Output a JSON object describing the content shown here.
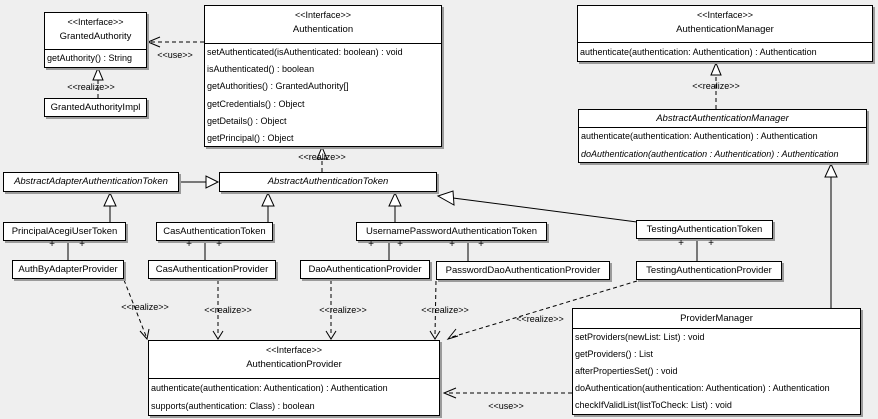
{
  "diagram": {
    "background_color": "#efefef",
    "box_fill_color": "#ffffff",
    "line_color": "#000000",
    "shadow_color": "#9b9b9b"
  },
  "edge_labels": {
    "use": "<<use>>",
    "realize": "<<realize>>",
    "plus": "+"
  },
  "classes": {
    "granted_authority": {
      "stereotype": "<<Interface>>",
      "name": "GrantedAuthority",
      "methods": [
        "getAuthority() : String"
      ]
    },
    "granted_authority_impl": {
      "name": "GrantedAuthorityImpl"
    },
    "authentication": {
      "stereotype": "<<Interface>>",
      "name": "Authentication",
      "methods": [
        "setAuthenticated(isAuthenticated: boolean) : void",
        "isAuthenticated() : boolean",
        "getAuthorities() : GrantedAuthority[]",
        "getCredentials() : Object",
        "getDetails() : Object",
        "getPrincipal() : Object"
      ]
    },
    "authentication_manager": {
      "stereotype": "<<Interface>>",
      "name": "AuthenticationManager",
      "methods": [
        "authenticate(authentication: Authentication) : Authentication"
      ]
    },
    "abstract_authentication_manager": {
      "name": "AbstractAuthenticationManager",
      "methods": [
        "authenticate(authentication: Authentication) : Authentication",
        "doAuthentication(authentication : Authentication) : Authentication"
      ]
    },
    "abstract_adapter_authentication_token": {
      "name": "AbstractAdapterAuthenticationToken"
    },
    "abstract_authentication_token": {
      "name": "AbstractAuthenticationToken"
    },
    "principal_acegi_user_token": {
      "name": "PrincipalAcegiUserToken"
    },
    "cas_authentication_token": {
      "name": "CasAuthenticationToken"
    },
    "username_password_authentication_token": {
      "name": "UsernamePasswordAuthenticationToken"
    },
    "testing_authentication_token": {
      "name": "TestingAuthenticationToken"
    },
    "auth_by_adapter_provider": {
      "name": "AuthByAdapterProvider"
    },
    "cas_authentication_provider": {
      "name": "CasAuthenticationProvider"
    },
    "dao_authentication_provider": {
      "name": "DaoAuthenticationProvider"
    },
    "password_dao_authentication_provider": {
      "name": "PasswordDaoAuthenticationProvider"
    },
    "testing_authentication_provider": {
      "name": "TestingAuthenticationProvider"
    },
    "authentication_provider": {
      "stereotype": "<<Interface>>",
      "name": "AuthenticationProvider",
      "methods": [
        "authenticate(authentication: Authentication) : Authentication",
        "supports(authentication: Class) : boolean"
      ]
    },
    "provider_manager": {
      "name": "ProviderManager",
      "methods": [
        "setProviders(newList: List) : void",
        "getProviders() : List",
        "afterPropertiesSet() : void",
        "doAuthentication(authentication: Authentication) : Authentication",
        "checkIfValidList(listToCheck: List) : void"
      ]
    }
  }
}
